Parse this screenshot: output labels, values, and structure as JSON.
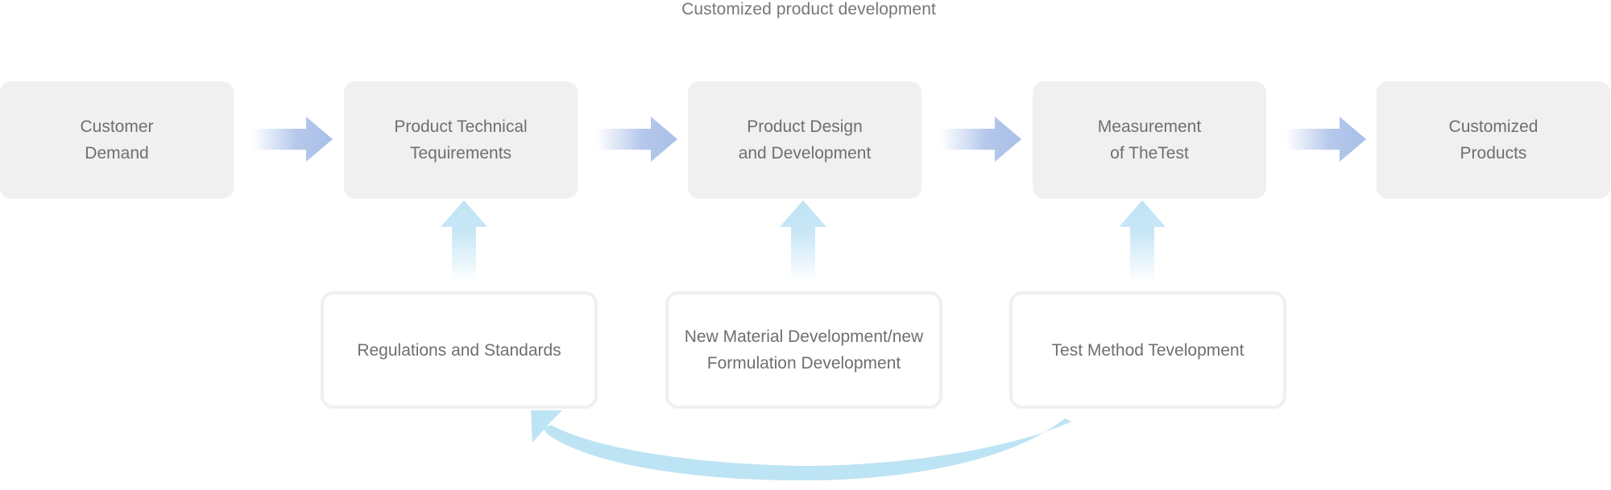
{
  "title": "Customized product development",
  "stages": [
    {
      "id": "customer-demand",
      "label": "Customer\nDemand"
    },
    {
      "id": "technical-requirements",
      "label": "Product Technical\nTequirements"
    },
    {
      "id": "design-development",
      "label": "Product Design\nand Development"
    },
    {
      "id": "measurement-test",
      "label": "Measurement\nof TheTest"
    },
    {
      "id": "customized-products",
      "label": "Customized\nProducts"
    }
  ],
  "inputs": [
    {
      "id": "regulations-standards",
      "label": "Regulations and Standards",
      "feeds": "technical-requirements"
    },
    {
      "id": "new-material-formulation",
      "label": "New Material Development/new\nFormulation Development",
      "feeds": "design-development"
    },
    {
      "id": "test-method",
      "label": "Test Method Tevelopment",
      "feeds": "measurement-test"
    }
  ],
  "feedback": {
    "from": "test-method",
    "to": "regulations-standards"
  },
  "colors": {
    "box_fill": "#f0f0f0",
    "box_border": "#f0f0f0",
    "text": "#6f6f6f",
    "flow_arrow": "#a9bfe8",
    "up_arrow": "#bfe3f4",
    "feedback_arrow": "#bde4f4"
  }
}
